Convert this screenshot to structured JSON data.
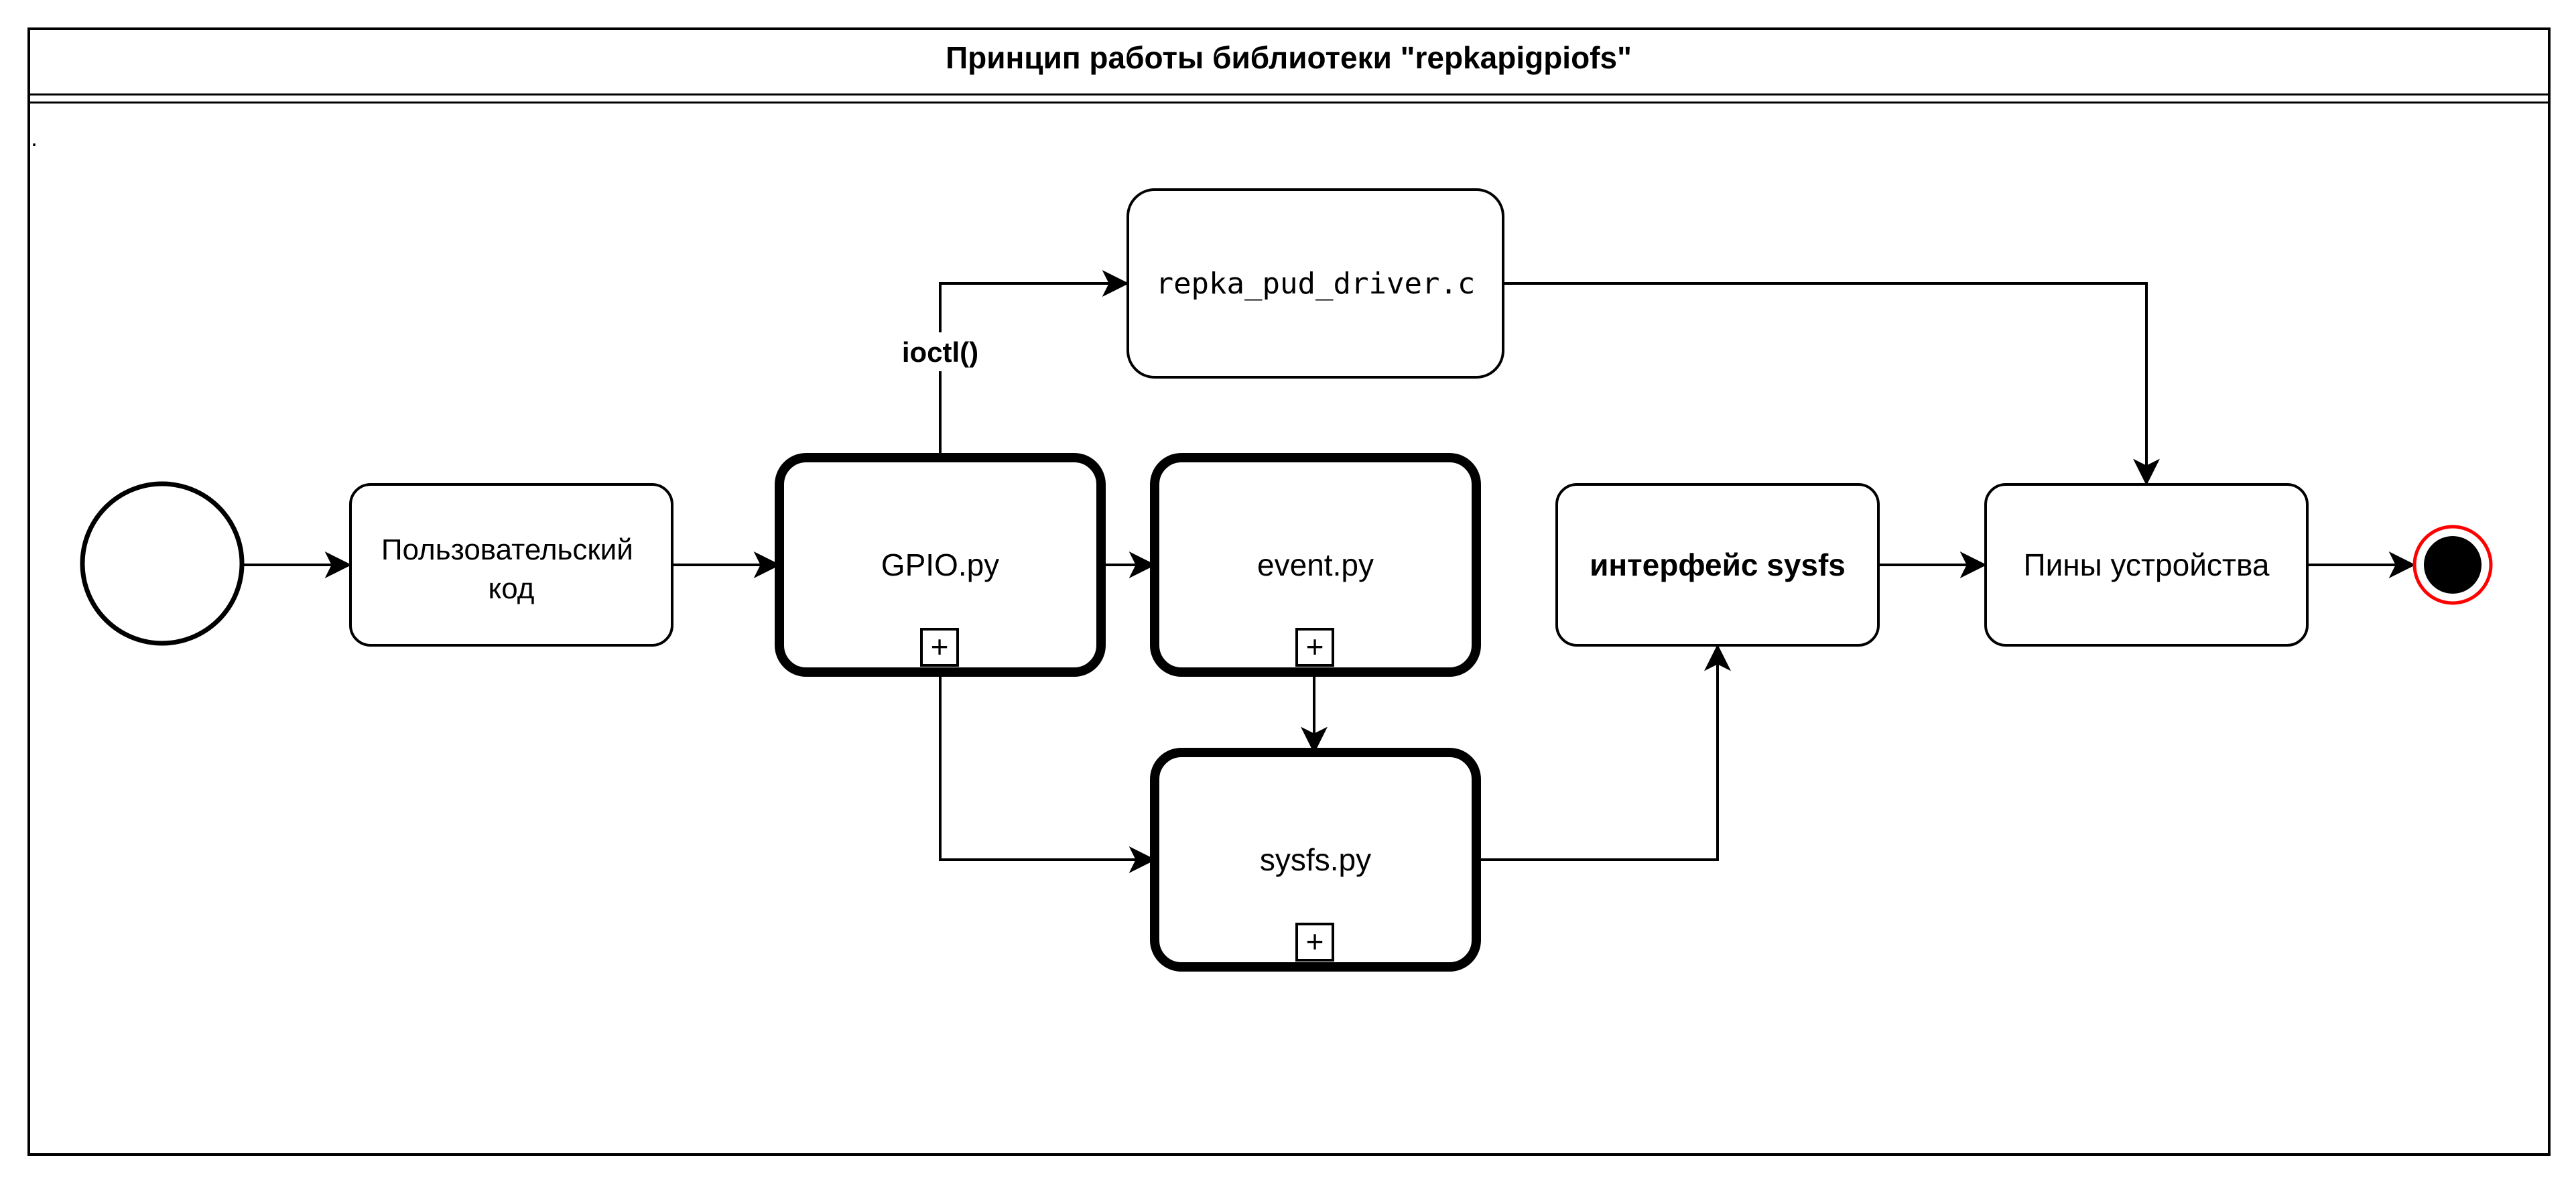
{
  "diagram": {
    "title": "Принцип работы библиотеки \"repkapigpiofs\"",
    "dot": ".",
    "nodes": {
      "start": {
        "shape": "start-event"
      },
      "user_code": {
        "line1": "Пользовательский",
        "line2": "код"
      },
      "gpio": {
        "label": "GPIO.py",
        "marker": "+"
      },
      "event": {
        "label": "event.py",
        "marker": "+"
      },
      "sysfs_py": {
        "label": "sysfs.py",
        "marker": "+"
      },
      "driver": {
        "label": "repka_pud_driver.c"
      },
      "sysfs_iface": {
        "label": "интерфейс sysfs"
      },
      "pins": {
        "label": "Пины устройства"
      },
      "end": {
        "shape": "end-event"
      }
    },
    "edges": [
      {
        "from": "start",
        "to": "user_code"
      },
      {
        "from": "user_code",
        "to": "gpio"
      },
      {
        "from": "gpio",
        "to": "event"
      },
      {
        "from": "gpio",
        "to": "driver",
        "label": "ioctl()"
      },
      {
        "from": "gpio",
        "to": "sysfs_py"
      },
      {
        "from": "event",
        "to": "sysfs_py"
      },
      {
        "from": "sysfs_py",
        "to": "sysfs_iface"
      },
      {
        "from": "driver",
        "to": "pins"
      },
      {
        "from": "sysfs_iface",
        "to": "pins"
      },
      {
        "from": "pins",
        "to": "end"
      }
    ],
    "colors": {
      "stroke": "#000000",
      "end_ring": "#ff0000",
      "background": "#ffffff"
    }
  }
}
